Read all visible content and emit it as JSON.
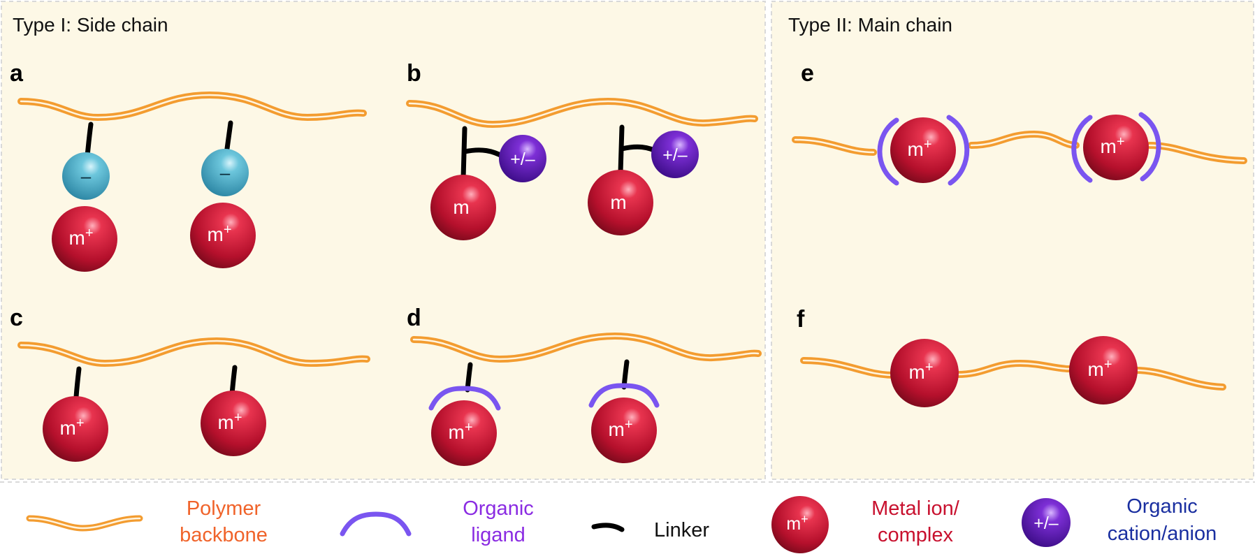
{
  "sections": {
    "type1": {
      "title": "Type I: Side chain"
    },
    "type2": {
      "title": "Type II: Main chain"
    }
  },
  "panels": {
    "a": {
      "letter": "a",
      "metal": "m",
      "metal_charge": "+",
      "anion": "–"
    },
    "b": {
      "letter": "b",
      "metal": "m",
      "organic_ion": "+/–"
    },
    "c": {
      "letter": "c",
      "metal": "m",
      "metal_charge": "+"
    },
    "d": {
      "letter": "d",
      "metal": "m",
      "metal_charge": "+"
    },
    "e": {
      "letter": "e",
      "metal": "m",
      "metal_charge": "+"
    },
    "f": {
      "letter": "f",
      "metal": "m",
      "metal_charge": "+"
    }
  },
  "legend": {
    "backbone": {
      "line1": "Polymer",
      "line2": "backbone"
    },
    "ligand": {
      "line1": "Organic",
      "line2": "ligand"
    },
    "linker": {
      "label": "Linker"
    },
    "metal": {
      "symbol": "m",
      "charge": "+",
      "line1": "Metal ion/",
      "line2": "complex"
    },
    "organic_ion": {
      "symbol": "+/–",
      "line1": "Organic",
      "line2": "cation/anion"
    }
  },
  "colors": {
    "panel_bg": "#fdf8e6",
    "backbone": "#f7a033",
    "ligand": "#7a55f0",
    "linker": "#000000",
    "metal": "#c8102e",
    "anion": "#3aa9c8",
    "organic_ion": "#5a1aa8",
    "legend_backbone_text": "#f0632a",
    "legend_ligand_text": "#8a2be2",
    "legend_metal_text": "#c8102e",
    "legend_ion_text": "#1a2fa0"
  }
}
